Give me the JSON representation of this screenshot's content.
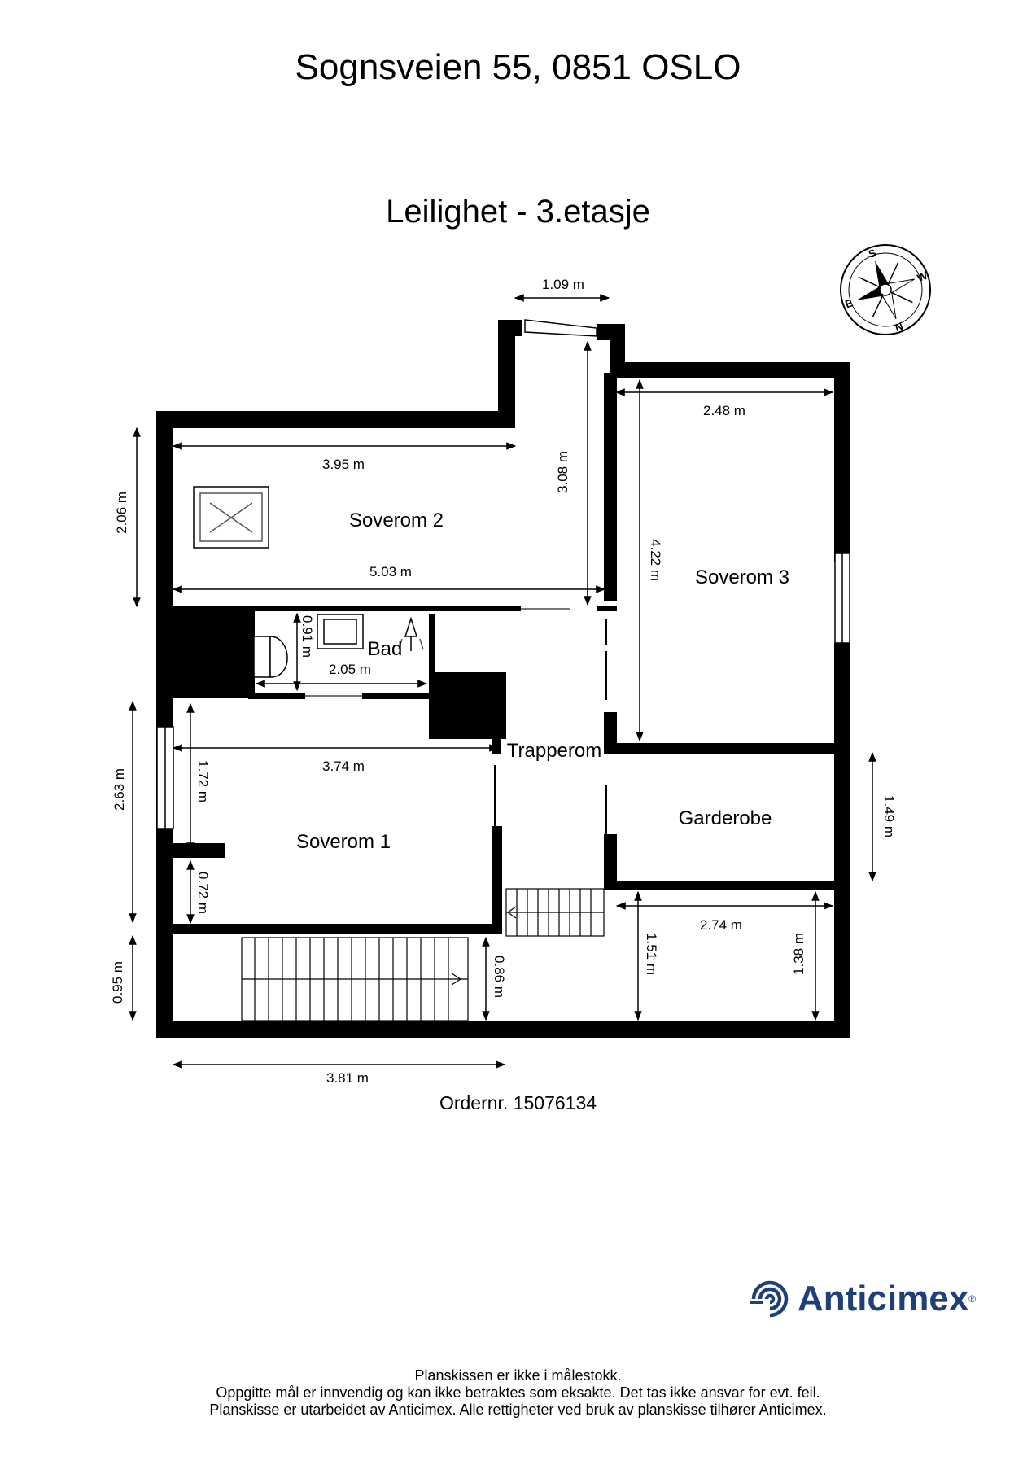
{
  "header": {
    "address": "Sognsveien 55, 0851 OSLO",
    "floor_title": "Leilighet  - 3.etasje"
  },
  "rooms": {
    "soverom2": "Soverom 2",
    "soverom3": "Soverom 3",
    "soverom1": "Soverom 1",
    "bad": "Bad",
    "trapperom": "Trapperom",
    "garderobe": "Garderobe"
  },
  "dimensions": {
    "top_opening": "1.09 m",
    "sov3_width": "2.48 m",
    "sov2_width": "3.95 m",
    "sov2_depth": "3.08 m",
    "left_upper": "2.06 m",
    "sov3_depth": "4.22 m",
    "sov2_full_width": "5.03 m",
    "bad_depth": "0.91 m",
    "bad_width": "2.05 m",
    "sov1_width": "3.74 m",
    "left_mid": "2.63 m",
    "sov1_inner": "1.72 m",
    "garderobe_depth": "1.49 m",
    "sov1_lower": "0.72 m",
    "bottom_right_width": "2.74 m",
    "left_bottom": "0.95 m",
    "stair_depth": "0.86 m",
    "bottom_right_a": "1.51 m",
    "bottom_right_b": "1.38 m",
    "bottom_width": "3.81 m"
  },
  "compass": {
    "s": "S",
    "w": "W",
    "n": "N",
    "e": "E"
  },
  "order_number": "Ordernr. 15076134",
  "brand": {
    "name": "Anticimex",
    "reg": "®",
    "color": "#1e3f7a"
  },
  "footer": {
    "line1": "Planskissen er ikke i målestokk.",
    "line2": "Oppgitte mål er innvendig og kan ikke betraktes som eksakte. Det tas ikke ansvar for evt. feil.",
    "line3": "Planskisse er utarbeidet av Anticimex. Alle rettigheter ved bruk av planskisse tilhører Anticimex."
  }
}
